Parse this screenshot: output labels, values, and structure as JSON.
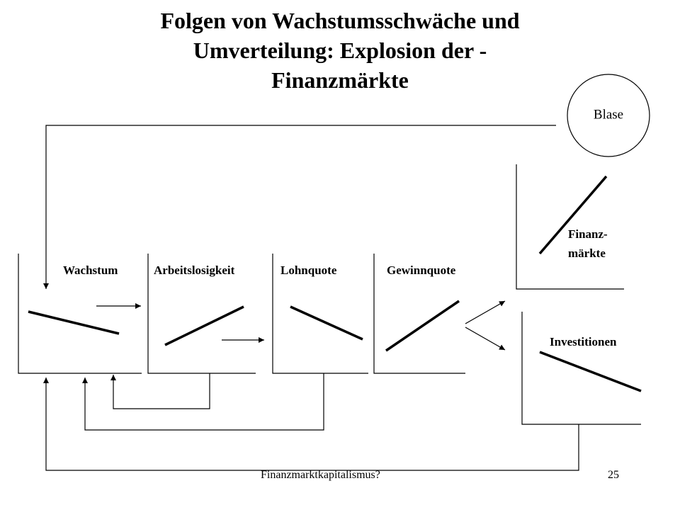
{
  "title": {
    "line1": "Folgen von Wachstumsschwäche und",
    "line2": "Umverteilung: Explosion der -",
    "line3": "Finanzmärkte"
  },
  "panels": {
    "wachstum": "Wachstum",
    "arbeitslosigkeit": "Arbeitslosigkeit",
    "lohnquote": "Lohnquote",
    "gewinnquote": "Gewinnquote",
    "finanzmaerkte_line1": "Finanz-",
    "finanzmaerkte_line2": "märkte",
    "investitionen": "Investitionen"
  },
  "bubble": "Blase",
  "footer": {
    "text": "Finanzmarktkapitalismus?",
    "page": "25"
  }
}
